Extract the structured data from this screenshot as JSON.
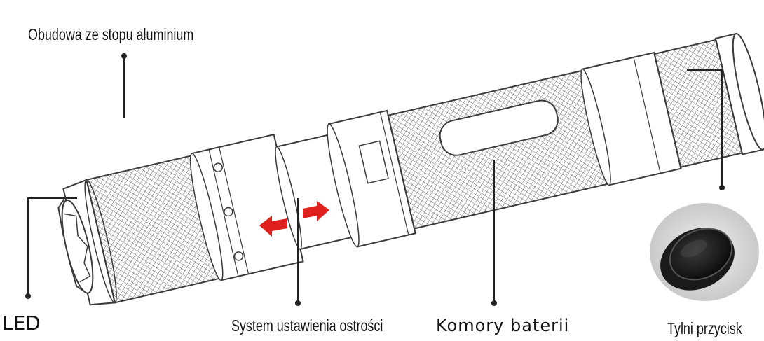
{
  "labels": {
    "housing": "Obudowa ze stopu aluminium",
    "led": "LED",
    "focus": "System ustawienia ostrości",
    "battery": "Komory baterii",
    "button": "Tylni przycisk"
  },
  "colors": {
    "outline": "#3a3a3a",
    "knurl": "#5a5a5a",
    "arrow": "#e0201c",
    "leader": "#222222"
  },
  "icons": {
    "focus_arrows": "red-double-arrow-icon"
  }
}
